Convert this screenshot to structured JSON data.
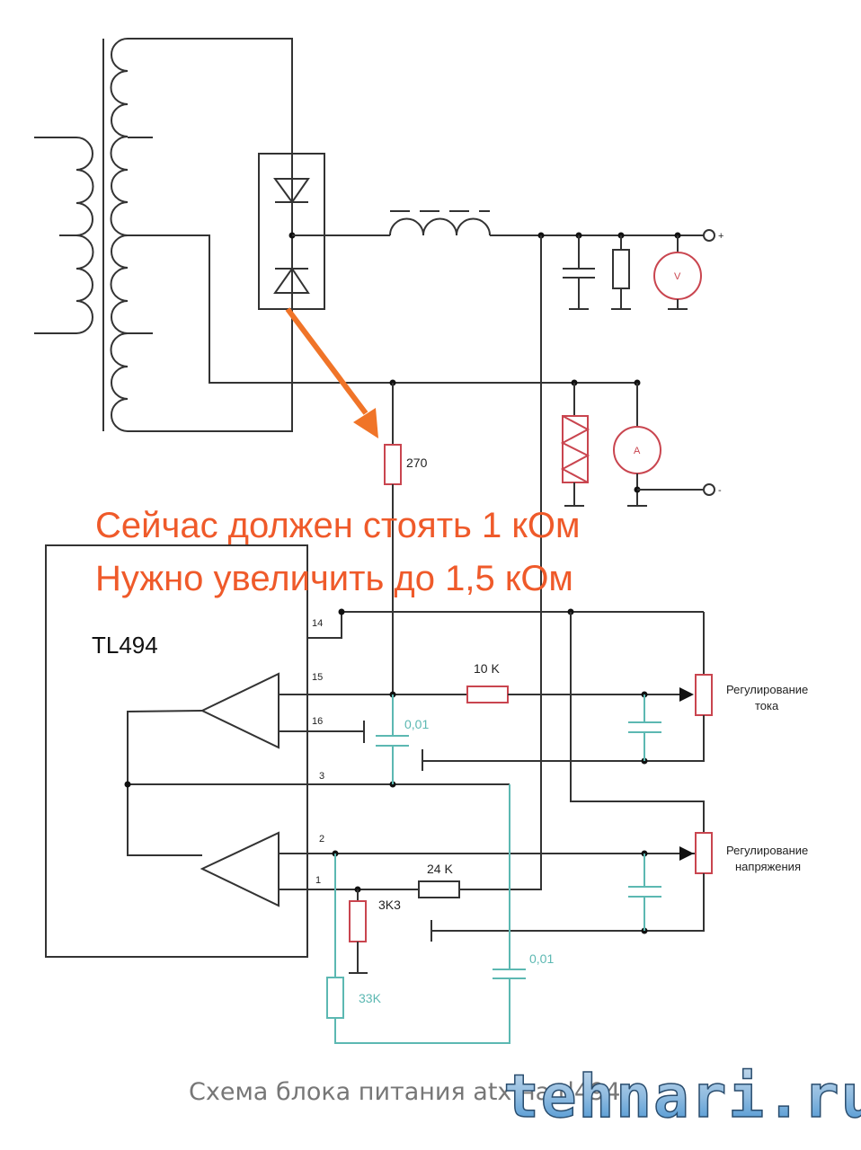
{
  "diagram": {
    "chip_name": "TL494",
    "pins": {
      "p14": "14",
      "p15": "15",
      "p16": "16",
      "p3": "3",
      "p2": "2",
      "p1": "1"
    },
    "components": {
      "r_sense_feed": "270",
      "r_current": "10 K",
      "r_voltage": "24 K",
      "r_divider": "3K3",
      "r_comp": "33K",
      "c_comp_top": "0,01",
      "c_comp_bottom": "0,01",
      "voltmeter": "V",
      "ammeter": "A",
      "terminal_plus": "+",
      "terminal_minus": "-"
    },
    "controls": {
      "current_pot_line1": "Регулирование",
      "current_pot_line2": "тока",
      "voltage_pot_line1": "Регулирование",
      "voltage_pot_line2": "напряжения"
    }
  },
  "annotation": {
    "line1": "Сейчас должен стоять 1 кОм",
    "line2": "Нужно увеличить до 1,5 кОм",
    "color": "#ef5a2a"
  },
  "caption": "Схема блока питания atx на tl494",
  "watermark": "tehnari.ru",
  "colors": {
    "wire": "#333333",
    "compensation": "#5cb8b2",
    "highlight_component": "#c9454f"
  }
}
